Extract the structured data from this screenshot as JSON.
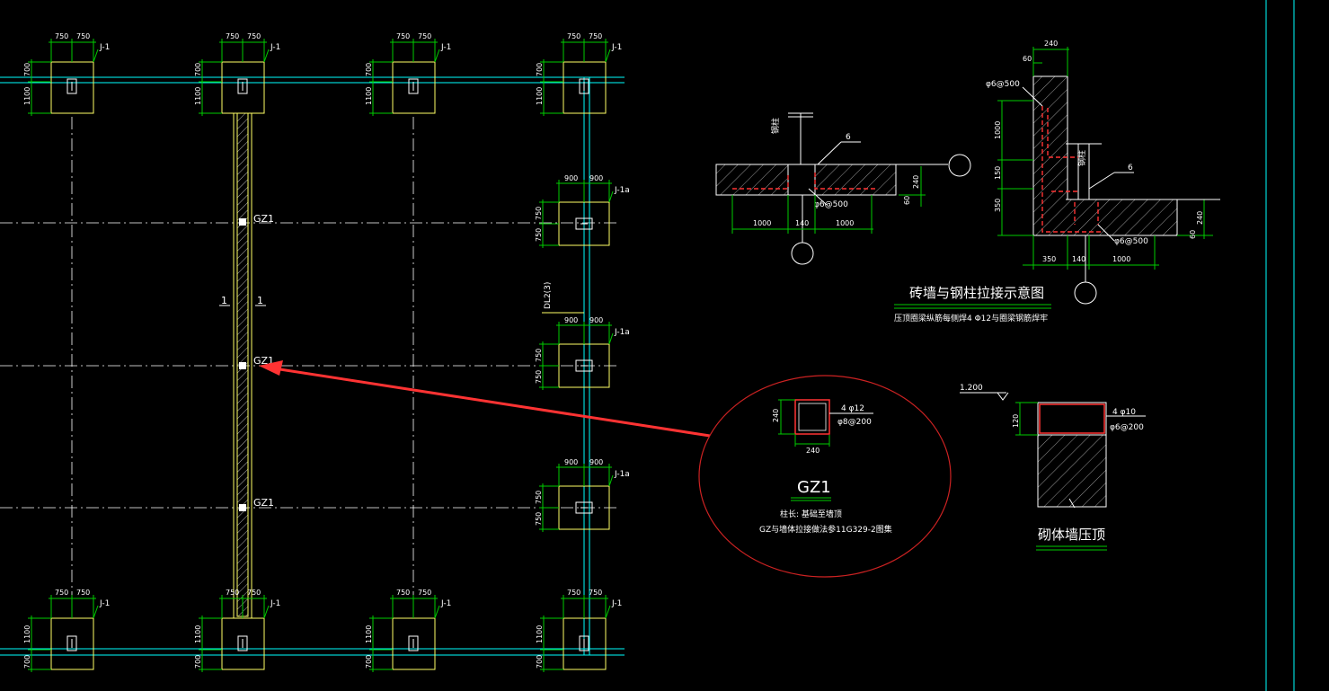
{
  "footings": {
    "j1_label": "J-1",
    "j1a_label": "J-1a",
    "j1_top_dims": {
      "w1": "750",
      "w2": "750",
      "h1": "700",
      "h2": "1100"
    },
    "j1_bottom_dims": {
      "w1": "750",
      "w2": "750",
      "h1": "1100",
      "h2": "700"
    },
    "j1a_dims": {
      "w1": "900",
      "w2": "900",
      "h1": "750",
      "h2": "750"
    }
  },
  "wall": {
    "gz1_labels": [
      "GZ1",
      "GZ1",
      "GZ1"
    ],
    "section_marks": [
      "1",
      "1"
    ],
    "side_tag": "DL2(3)"
  },
  "detail_steel_column": {
    "title": "砖墙与钢柱拉接示意图",
    "note": "压顶圈梁纵筋每侧焊4 Φ12与圈梁钢筋焊牢",
    "left": {
      "rebar": "φ6@500",
      "weld": "6",
      "steel_tag": "钢柱",
      "dims": [
        "1000",
        "140",
        "1000"
      ],
      "dim_v": [
        "240",
        "60"
      ]
    },
    "right": {
      "rebar_top": "φ6@500",
      "rebar_bottom": "φ6@500",
      "weld": "6",
      "steel_tag": "钢柱",
      "dims_top": [
        "240",
        "60"
      ],
      "dims_v": [
        "1000",
        "150",
        "350"
      ],
      "dims_h": [
        "350",
        "140",
        "1000"
      ],
      "dim_v_right": [
        "240",
        "60"
      ]
    }
  },
  "callout_gz1": {
    "title": "GZ1",
    "size_v": "240",
    "size_h": "240",
    "rebar_main": "4 φ12",
    "rebar_stirrup": "φ8@200",
    "note1": "柱长: 基础至墙顶",
    "note2": "GZ与墙体拉接做法参11G329-2图集"
  },
  "detail_coping": {
    "title": "砌体墙压顶",
    "elev": "1.200",
    "h": "120",
    "rebar_main": "4 φ10",
    "rebar_stirrup": "φ6@200"
  },
  "colors": {
    "background": "#000000",
    "dim_line": "#00cc00",
    "grid_line": "#00ffff",
    "footing_outline": "#ffff66",
    "arrow": "#ff3333",
    "callout_circle": "#cc2222",
    "text": "#ffffff"
  }
}
